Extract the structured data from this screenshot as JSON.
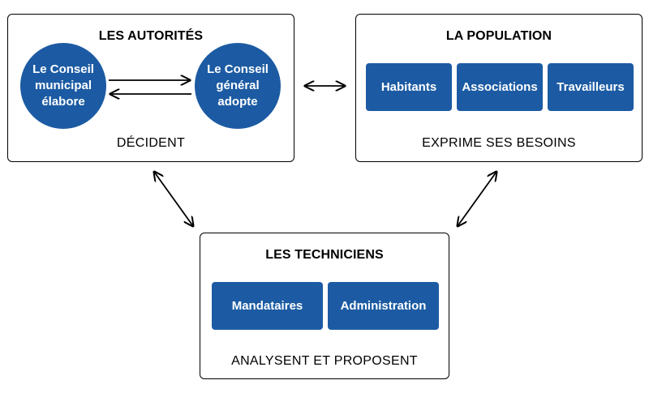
{
  "autorites": {
    "title": "LES AUTORITÉS",
    "caption": "DÉCIDENT",
    "circle_left": "Le Conseil\nmunicipal\nélabore",
    "circle_right": "Le Conseil\ngénéral\nadopte"
  },
  "population": {
    "title": "LA POPULATION",
    "caption": "EXPRIME SES BESOINS",
    "tiles": [
      "Habitants",
      "Associations",
      "Travailleurs"
    ]
  },
  "techniciens": {
    "title": "LES TECHNICIENS",
    "caption": "ANALYSENT ET PROPOSENT",
    "tiles": [
      "Mandataires",
      "Administration"
    ]
  },
  "colors": {
    "accent": "#1c5ba3",
    "border": "#000000"
  }
}
